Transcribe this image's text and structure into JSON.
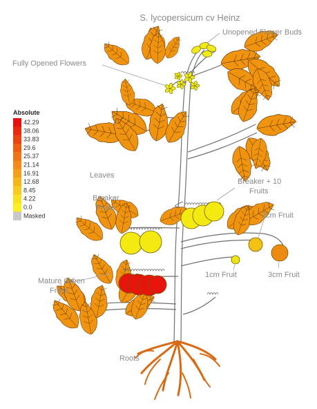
{
  "title": "S. lycopersicum cv Heinz",
  "legend": {
    "heading": "Absolute",
    "stops": [
      {
        "label": "42.29",
        "color": "#e8100c"
      },
      {
        "label": "38.06",
        "color": "#ea2a0e"
      },
      {
        "label": "33.83",
        "color": "#ec4410"
      },
      {
        "label": "29.6",
        "color": "#ee5e12"
      },
      {
        "label": "25.37",
        "color": "#f07614"
      },
      {
        "label": "21.14",
        "color": "#f28c16"
      },
      {
        "label": "16.91",
        "color": "#f4a018"
      },
      {
        "label": "12.68",
        "color": "#f6b61a"
      },
      {
        "label": "8.45",
        "color": "#f8cc1c"
      },
      {
        "label": "4.22",
        "color": "#fae01e"
      },
      {
        "label": "0.0",
        "color": "#fcf020"
      },
      {
        "label": "Masked",
        "color": "#c8c8c8"
      }
    ]
  },
  "tissues": {
    "unopened_flower_buds": {
      "label": "Unopened Flower Buds",
      "color": "#f2ea18"
    },
    "fully_opened_flowers": {
      "label": "Fully Opened Flowers",
      "color": "#eee81a"
    },
    "leaves": {
      "label": "Leaves",
      "color": "#f0940f"
    },
    "breaker_fruits": {
      "label": "Breaker Fruits",
      "color": "#f4ea12"
    },
    "breaker_10_fruits": {
      "label": "Breaker + 10 Fruits",
      "color": "#f4ea12"
    },
    "two_cm_fruit": {
      "label": "2cm Fruit",
      "color": "#f3c114"
    },
    "one_cm_fruit": {
      "label": "1cm Fruit",
      "color": "#eee412"
    },
    "three_cm_fruit": {
      "label": "3cm Fruit",
      "color": "#ee8a10"
    },
    "mature_green_fruits": {
      "label": "Mature Green Fruits",
      "color": "#e8140c"
    },
    "roots": {
      "label": "Roots",
      "color": "#d86a14"
    }
  }
}
